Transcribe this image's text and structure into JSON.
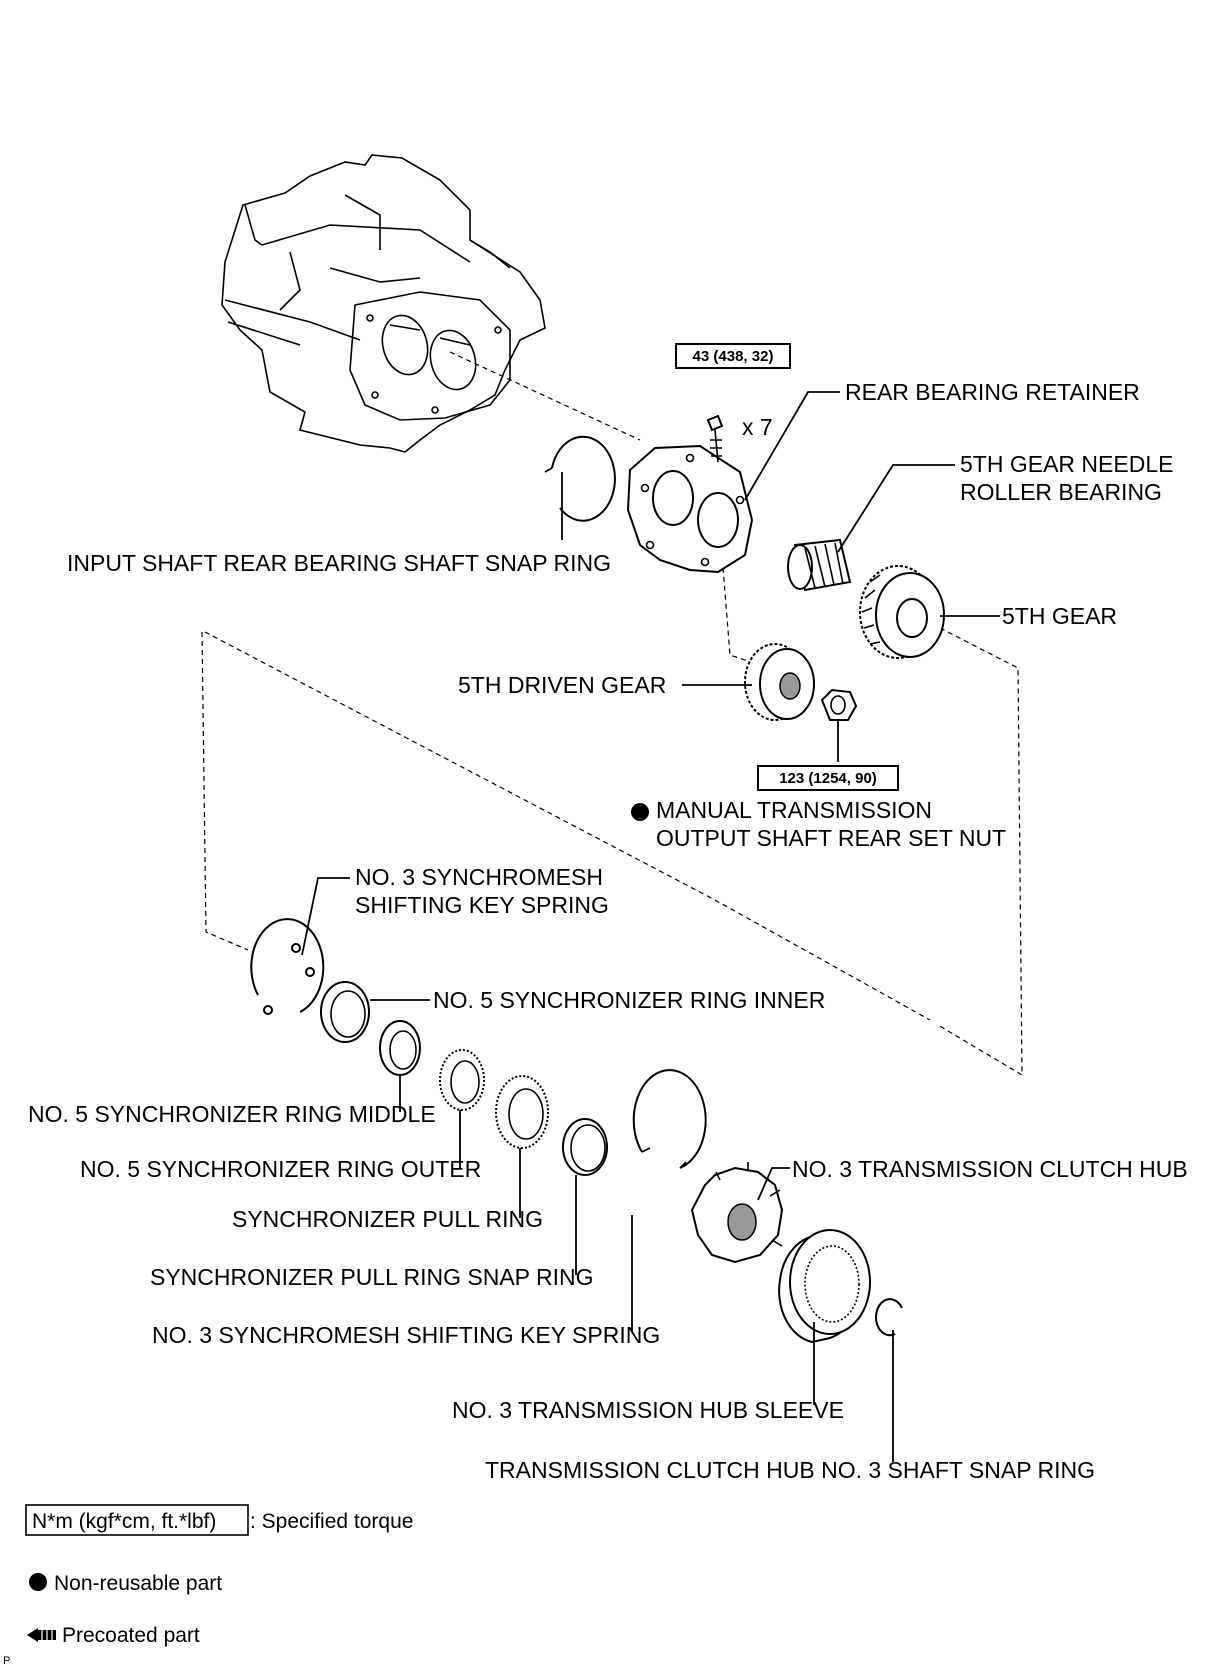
{
  "torque_specs": {
    "retainer_bolt": "43 (438, 32)",
    "set_nut": "123 (1254, 90)"
  },
  "quantity": "x 7",
  "labels": {
    "rear_bearing_retainer": "REAR BEARING RETAINER",
    "needle_bearing_line1": "5TH GEAR NEEDLE",
    "needle_bearing_line2": "ROLLER BEARING",
    "input_shaft_snap_ring": "INPUT SHAFT REAR BEARING SHAFT SNAP RING",
    "fifth_gear": "5TH GEAR",
    "fifth_driven_gear": "5TH DRIVEN GEAR",
    "set_nut_line1": "MANUAL TRANSMISSION",
    "set_nut_line2": "OUTPUT SHAFT REAR SET NUT",
    "key_spring_top_line1": "NO. 3 SYNCHROMESH",
    "key_spring_top_line2": "SHIFTING KEY SPRING",
    "sync_ring_inner": "NO. 5 SYNCHRONIZER RING INNER",
    "sync_ring_middle": "NO. 5 SYNCHRONIZER RING MIDDLE",
    "sync_ring_outer": "NO. 5 SYNCHRONIZER RING OUTER",
    "clutch_hub": "NO. 3 TRANSMISSION CLUTCH HUB",
    "pull_ring": "SYNCHRONIZER PULL RING",
    "pull_ring_snap_ring": "SYNCHRONIZER PULL RING SNAP RING",
    "key_spring_bottom": "NO. 3 SYNCHROMESH SHIFTING KEY SPRING",
    "hub_sleeve": "NO. 3 TRANSMISSION HUB SLEEVE",
    "hub_shaft_snap_ring": "TRANSMISSION CLUTCH HUB NO. 3 SHAFT SNAP RING"
  },
  "legend": {
    "torque_unit": "N*m (kgf*cm, ft.*lbf)",
    "torque_desc": ": Specified torque",
    "non_reusable": "Non-reusable part",
    "precoated": "Precoated part"
  },
  "corner_mark": "P"
}
